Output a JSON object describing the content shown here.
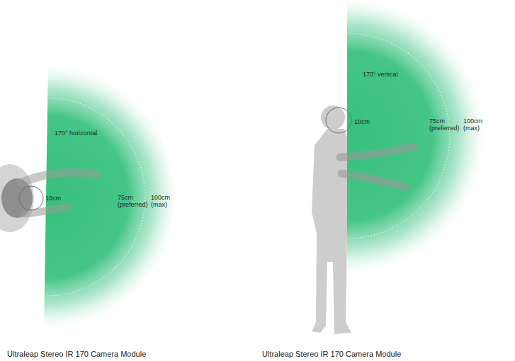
{
  "diagram": {
    "labels": [
      "170° horizontal",
      "10cm",
      "75cm (preferred)",
      "100cm (max)",
      "Ultraleap Stereo IR 170 Camera Module",
      "170° vertical",
      "10cm",
      "75cm (preferred)",
      "100cm (max)",
      "Ultraleap Stereo IR 170 Camera Module"
    ]
  }
}
